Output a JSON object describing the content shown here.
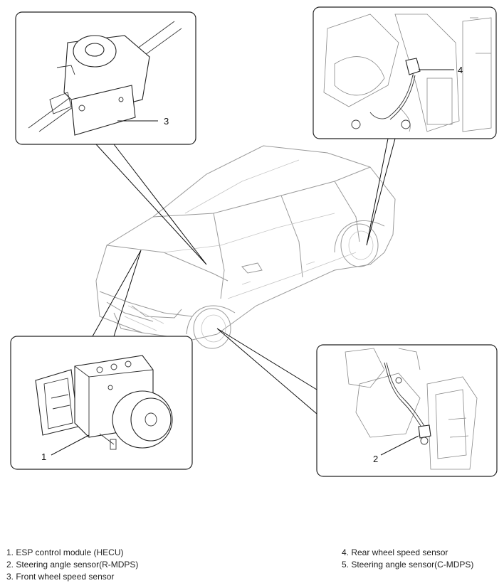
{
  "callouts": {
    "c1": "1",
    "c2": "2",
    "c3": "3",
    "c4": "4"
  },
  "legend": {
    "left": [
      "1. ESP control module (HECU)",
      "2. Steering angle sensor(R-MDPS)",
      "3. Front wheel speed sensor"
    ],
    "right": [
      "4. Rear wheel speed sensor",
      "5. Steering angle sensor(C-MDPS)"
    ]
  }
}
